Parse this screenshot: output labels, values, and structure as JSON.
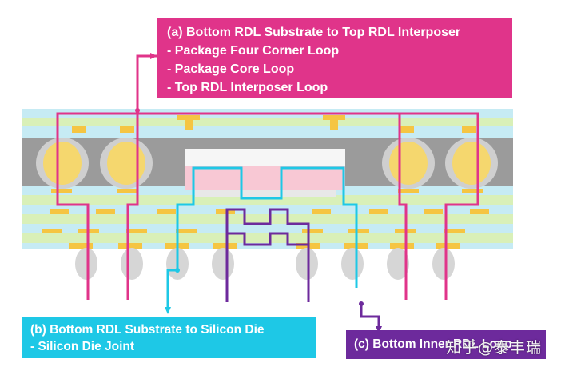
{
  "callout_a": {
    "title": "(a) Bottom RDL Substrate to Top RDL Interposer",
    "items": [
      "- Package Four Corner Loop",
      "- Package Core Loop",
      "- Top RDL Interposer Loop"
    ]
  },
  "callout_b": {
    "title": "(b) Bottom RDL Substrate to Silicon Die",
    "items": [
      "- Silicon Die Joint"
    ]
  },
  "callout_c": {
    "title": "(c) Bottom Inner RDL Loop"
  },
  "watermark": "知乎@泰丰瑞",
  "colors": {
    "loop_a": "#e0348a",
    "loop_b": "#1ec8e6",
    "loop_c": "#6d2a9c",
    "solder": "#f5d76e",
    "mold": "#9b9b9b",
    "die": "#f8c8d4"
  }
}
